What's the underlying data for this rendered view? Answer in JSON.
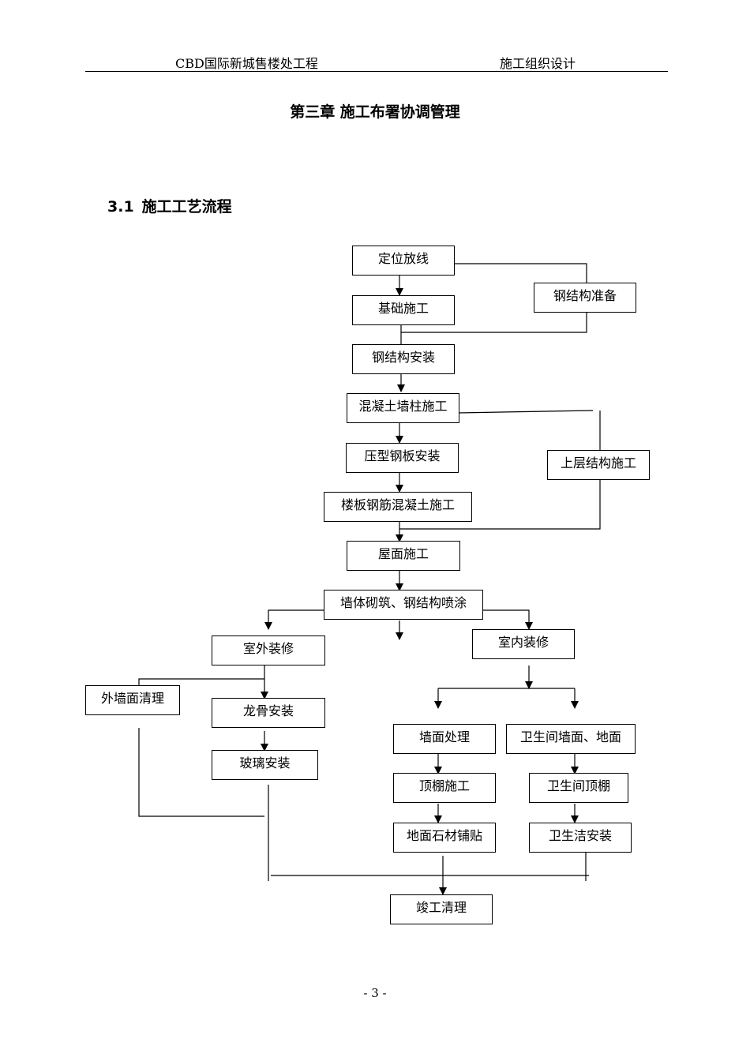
{
  "header": {
    "project": "CBD国际新城售楼处工程",
    "document": "施工组织设计"
  },
  "chapter_title": "第三章  施工布署协调管理",
  "section": {
    "number": "3.1",
    "title": "施工工艺流程"
  },
  "flowchart": {
    "nodes": {
      "setout": "定位放线",
      "foundation": "基础施工",
      "steel_prep": "钢结构准备",
      "steel_install": "钢结构安装",
      "concrete_wall": "混凝土墙柱施工",
      "upper_structure": "上层结构施工",
      "deck_install": "压型钢板安装",
      "slab": "楼板钢筋混凝土施工",
      "roof": "屋面施工",
      "masonry": "墙体砌筑、钢结构喷涂",
      "exterior": "室外装修",
      "interior": "室内装修",
      "wall_clean": "外墙面清理",
      "keel": "龙骨安装",
      "glass": "玻璃安装",
      "wall_treat": "墙面处理",
      "wc_wall_floor": "卫生间墙面、地面",
      "ceiling": "顶棚施工",
      "wc_ceiling": "卫生间顶棚",
      "stone_floor": "地面石材铺贴",
      "sanitary": "卫生洁安装",
      "completion": "竣工清理"
    }
  },
  "footer": {
    "page": "- 3 -"
  }
}
